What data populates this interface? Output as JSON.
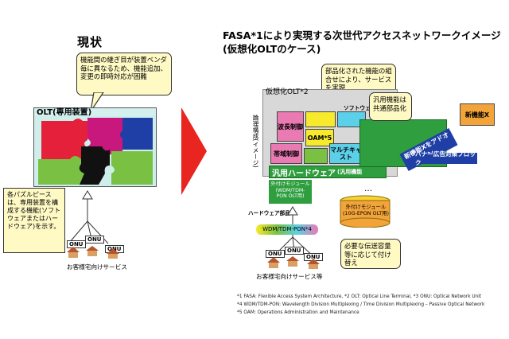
{
  "left": {
    "title": "現状",
    "callout": "機能間の継ぎ目が装置ベンダ毎に異なるため、機能追加、変更の即時対応が困難",
    "olt_label": "OLT(専用装置)",
    "side_note": "各パズルピースは、専用装置を構成する機能(ソフトウェアまたはハードウェア)を示す。",
    "onu_labels": [
      "ONU",
      "ONU",
      "ONU"
    ],
    "caption": "お客様宅向けサービス"
  },
  "right": {
    "title_line1": "FASA*1により実現する次世代アクセスネットワークイメージ",
    "title_line2": "(仮想化OLTのケース)",
    "callout_top": "部品化された機能の組合せにより、サービスを実現",
    "virt_label": "仮想化OLT*2",
    "software_label": "ソフトウェア部品",
    "vertical_label": "論理構成(イメージ)",
    "blocks": {
      "wave": "波長制御",
      "oam": "OAM*5",
      "band": "帯域制御",
      "multicast": "マルチキャスト"
    },
    "shared_callout": "汎用機能は共通部品化",
    "new_function": "新機能X",
    "new_function_diag": "新機能Xをアドオン",
    "banner_block": "バナー広告対策ブロック",
    "hw_bar": "汎用ハードウェア",
    "hw_bar_sub": "(汎用機能",
    "ext_module_left": "外付けモジュール(WDM/TDM-PON OLT用)",
    "hw_parts_label": "ハードウェア部品",
    "ext_module_right": "外付けモジュール(10G-EPON OLT用)",
    "dots": "…",
    "wdm_label": "WDM/TDM-PON*4",
    "capacity_callout": "必要な伝送容量等に応じて付け替え",
    "onu_labels": [
      "ONU",
      "ONU",
      "ONU"
    ],
    "caption": "お客様宅向けサービス等"
  },
  "footnotes": [
    "*1 FASA: Flexible Access System Architecture, *2 OLT: Optical Line Terminal, *3 ONU: Optical Network Unit",
    "*4 WDM/TDM-PON: Wavelength Division Multiplexing / Time Division Multiplexing – Passive Optical Network",
    "*5 OAM: Operations Administration and Maintenance"
  ],
  "colors": {
    "arrow": "#e8251f",
    "puzzle_red": "#e4203a",
    "puzzle_green": "#7ac143",
    "puzzle_blue": "#1f3fa6",
    "puzzle_magenta": "#c8187d",
    "hw_green": "#2e9e3e",
    "block_yellow": "#f7ea2d",
    "block_pink": "#e97ab2",
    "block_cyan": "#5cd0e8",
    "block_orange": "#f2a43a",
    "callout_bg": "#fff9c4"
  }
}
